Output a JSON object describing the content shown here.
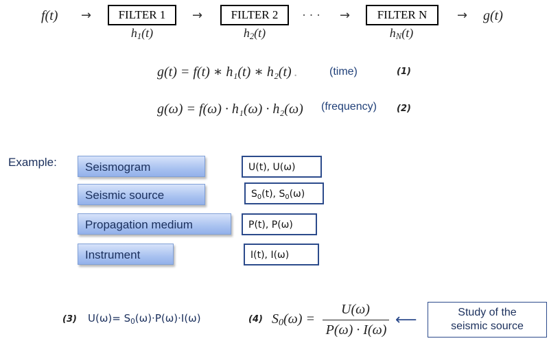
{
  "chain": {
    "input": "f(t)",
    "output": "g(t)",
    "arrow": "→",
    "dots": "· · ·",
    "filters": [
      {
        "label": "FILTER 1",
        "response": "h",
        "sub": "1",
        "arg": "(t)"
      },
      {
        "label": "FILTER 2",
        "response": "h",
        "sub": "2",
        "arg": "(t)"
      },
      {
        "label": "FILTER N",
        "response": "h",
        "sub": "N",
        "arg": "(t)"
      }
    ]
  },
  "equations": {
    "eq1": {
      "text": "g(t) = f(t) ∗ h₁(t) ∗ h₂(t)",
      "trail": ".",
      "note": "(time)",
      "number": "(1)"
    },
    "eq2": {
      "text": "g(ω) = f(ω) · h₁(ω) · h₂(ω)",
      "note": "(frequency)",
      "number": "(2)"
    }
  },
  "example": {
    "label": "Example:",
    "rows": [
      {
        "name": "Seismogram",
        "signal_a": "U(t), U(ω)"
      },
      {
        "name": "Seismic source",
        "signal_a": "S",
        "signal_sub": "0",
        "signal_b": "(t), S",
        "signal_sub2": "0",
        "signal_c": "(ω)"
      },
      {
        "name": "Propagation medium",
        "signal_a": "P(t), P(ω)"
      },
      {
        "name": "Instrument",
        "signal_a": "I(t), I(ω)"
      }
    ]
  },
  "bottom": {
    "eq3": {
      "number": "(3)",
      "pre": "U(ω)= S",
      "sub": "0",
      "post": "(ω)·P(ω)·I(ω)"
    },
    "eq4": {
      "number": "(4)",
      "lhs_a": "S",
      "lhs_sub": "0",
      "lhs_b": "(ω) =",
      "numerator": "U(ω)",
      "denominator": "P(ω) · I(ω)"
    },
    "arrow": "⟵",
    "study_line1": "Study of the",
    "study_line2": "seismic source"
  },
  "colors": {
    "box_fill_top": "#d7e3fa",
    "box_fill_bottom": "#93b1ea",
    "box_text": "#1a2f5c",
    "note_blue": "#1f3f78",
    "border_blue": "#2b4a8b"
  }
}
